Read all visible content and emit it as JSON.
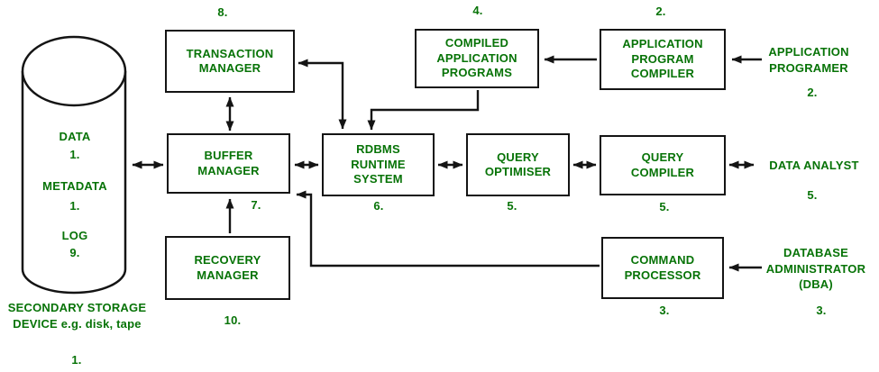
{
  "colors": {
    "accent_green": "#077307",
    "line_black": "#141414",
    "box_fill": "#ffffff"
  },
  "storage": {
    "data_label": "DATA",
    "data_num": "1.",
    "metadata_label": "METADATA",
    "metadata_num": "1.",
    "log_label": "LOG",
    "log_num": "9.",
    "caption": "SECONDARY STORAGE DEVICE e.g. disk, tape",
    "caption_num": "1."
  },
  "boxes": {
    "transaction_manager": {
      "label": "TRANSACTION MANAGER",
      "num": "8."
    },
    "buffer_manager": {
      "label": "BUFFER MANAGER",
      "num": "7."
    },
    "recovery_manager": {
      "label": "RECOVERY MANAGER",
      "num": "10."
    },
    "rdbms_runtime_system": {
      "label": "RDBMS RUNTIME SYSTEM",
      "num": "6."
    },
    "query_optimiser": {
      "label": "QUERY OPTIMISER",
      "num": "5."
    },
    "query_compiler": {
      "label": "QUERY COMPILER",
      "num": "5."
    },
    "compiled_application_programs": {
      "label": "COMPILED APPLICATION PROGRAMS",
      "num": "4."
    },
    "application_program_compiler": {
      "label": "APPLICATION PROGRAM COMPILER",
      "num": "2."
    },
    "command_processor": {
      "label": "COMMAND PROCESSOR",
      "num": "3."
    }
  },
  "actors": {
    "application_programer": {
      "label": "APPLICATION PROGRAMER",
      "num": "2."
    },
    "data_analyst": {
      "label": "DATA ANALYST",
      "num": "5."
    },
    "database_administrator": {
      "label": "DATABASE ADMINISTRATOR (DBA)",
      "num": "3."
    }
  }
}
